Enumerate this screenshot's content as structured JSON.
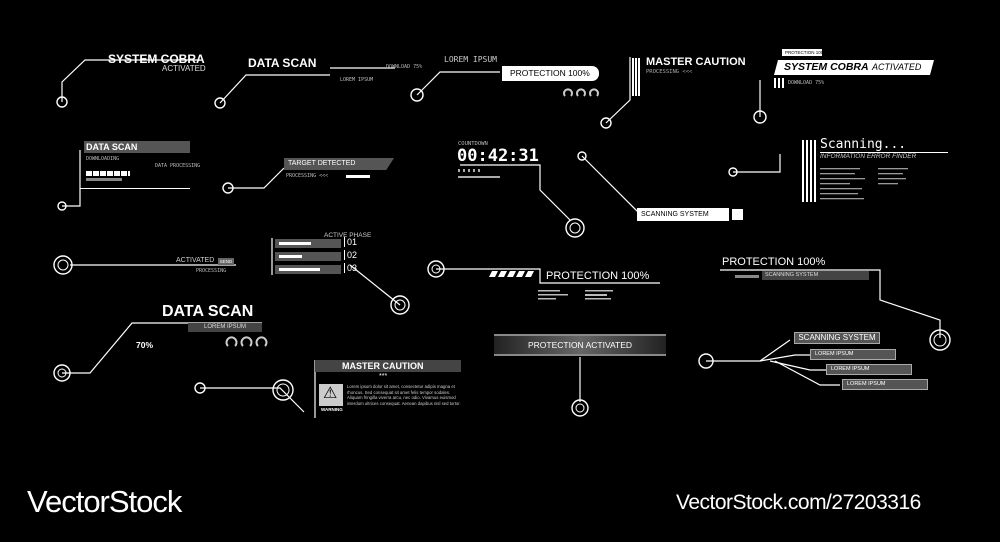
{
  "widgets": {
    "cobra_tl": {
      "title": "SYSTEM COBRA",
      "status": "ACTIVATED"
    },
    "scan_top": {
      "title": "DATA SCAN",
      "sub1": "DOWNLOAD 75%",
      "sub2": "LOREM IPSUM"
    },
    "protect_top": {
      "header": "LOREM IPSUM",
      "label": "PROTECTION 100%"
    },
    "caution_top": {
      "title": "MASTER CAUTION",
      "sub": "PROCESSING <<<"
    },
    "cobra_tr": {
      "tag": "PROTECTION 100%",
      "title": "SYSTEM COBRA",
      "status": "ACTIVATED",
      "sub": "DOWNLOAD 75%"
    },
    "scan_box": {
      "title": "DATA SCAN",
      "sub": "DOWNLOADING",
      "note": "DATA PROCESSING"
    },
    "target": {
      "label": "TARGET DETECTED",
      "sub": "PROCESSING <<<"
    },
    "countdown": {
      "caption": "COUNTDOWN",
      "time": "00:42:31"
    },
    "scanning_sys": {
      "label": "SCANNING SYSTEM"
    },
    "scanning_tr": {
      "title": "Scanning...",
      "sub": "INFORMATION ERROR FINDER"
    },
    "activated_ml": {
      "label": "ACTIVATED",
      "chip": "SEND",
      "sub": "PROCESSING"
    },
    "phases": {
      "title": "ACTIVE PHASE",
      "items": [
        "01",
        "02",
        "03"
      ],
      "levels": [
        0.55,
        0.4,
        0.7
      ]
    },
    "protect_mid": {
      "label": "PROTECTION 100%"
    },
    "protect_right": {
      "label": "PROTECTION 100%",
      "sub": "SCANNING SYSTEM"
    },
    "scan_big": {
      "title": "DATA SCAN",
      "sub": "LOREM IPSUM",
      "percent": "70%"
    },
    "caution_box": {
      "title": "MASTER CAUTION",
      "stars": "***",
      "body": "Lorem ipsum dolor sit amet, consectetur adipis magna et rhoncus. Sed consequat sit amet felis tempor sodales. Aliquam fringilla viverra arcu, nec odio. Vivamus euismod interdum ultrices consequat. Aenean dapibus nisl sed tortor.",
      "warning": "WARNING"
    },
    "protect_act": {
      "label": "PROTECTION ACTIVATED"
    },
    "scan_list": {
      "title": "SCANNING SYSTEM",
      "items": [
        "LOREM IPSUM",
        "LOREM IPSUM",
        "LOREM IPSUM"
      ]
    }
  },
  "watermark": {
    "left": "VectorStock",
    "right": "VectorStock.com/27203316"
  }
}
